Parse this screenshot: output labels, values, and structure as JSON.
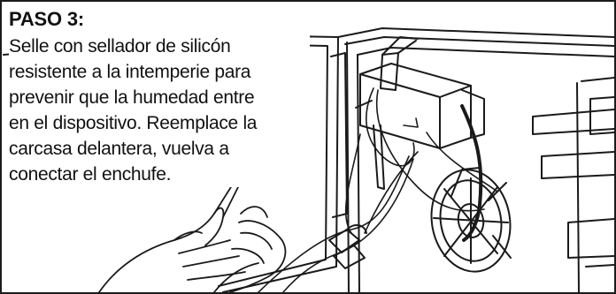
{
  "step": {
    "title": "PASO 3:",
    "body_lines": [
      "Selle con sellador de silicón",
      "resistente a la intemperie para",
      "prevenir que la humedad entre",
      "en el dispositivo. Reemplace la",
      "carcasa delantera, vuelva a",
      "conectar el enchufe."
    ]
  }
}
